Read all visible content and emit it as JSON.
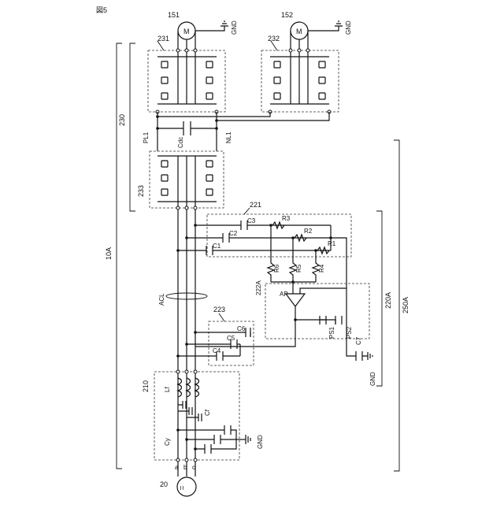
{
  "figure_label": "図5",
  "labels": {
    "motor1_ref": "151",
    "motor2_ref": "152",
    "motor_symbol": "M",
    "gnd_text": "GND",
    "inverter1": "231",
    "inverter2": "232",
    "converter": "233",
    "power_unit": "230",
    "system": "10A",
    "pl1": "PL1",
    "nl1": "NL1",
    "cdc": "Cdc",
    "block221": "221",
    "block222a": "222A",
    "block223": "223",
    "block220a": "220A",
    "block250a": "250A",
    "block210": "210",
    "source": "20",
    "acl": "ACL",
    "ap": "AP",
    "lf": "Lf",
    "cf": "Cf",
    "cy": "Cy",
    "c1": "C1",
    "c2": "C2",
    "c3": "C3",
    "c4": "C4",
    "c5": "C5",
    "c6": "C6",
    "c7": "C7",
    "r1": "R1",
    "r2": "R2",
    "r3": "R3",
    "r4": "R4",
    "r5": "R5",
    "r6": "R6",
    "ps1": "PS1",
    "ps2": "PS2",
    "phase_a": "a",
    "phase_b": "b",
    "phase_c": "c",
    "source_symbol": "≀≀"
  }
}
